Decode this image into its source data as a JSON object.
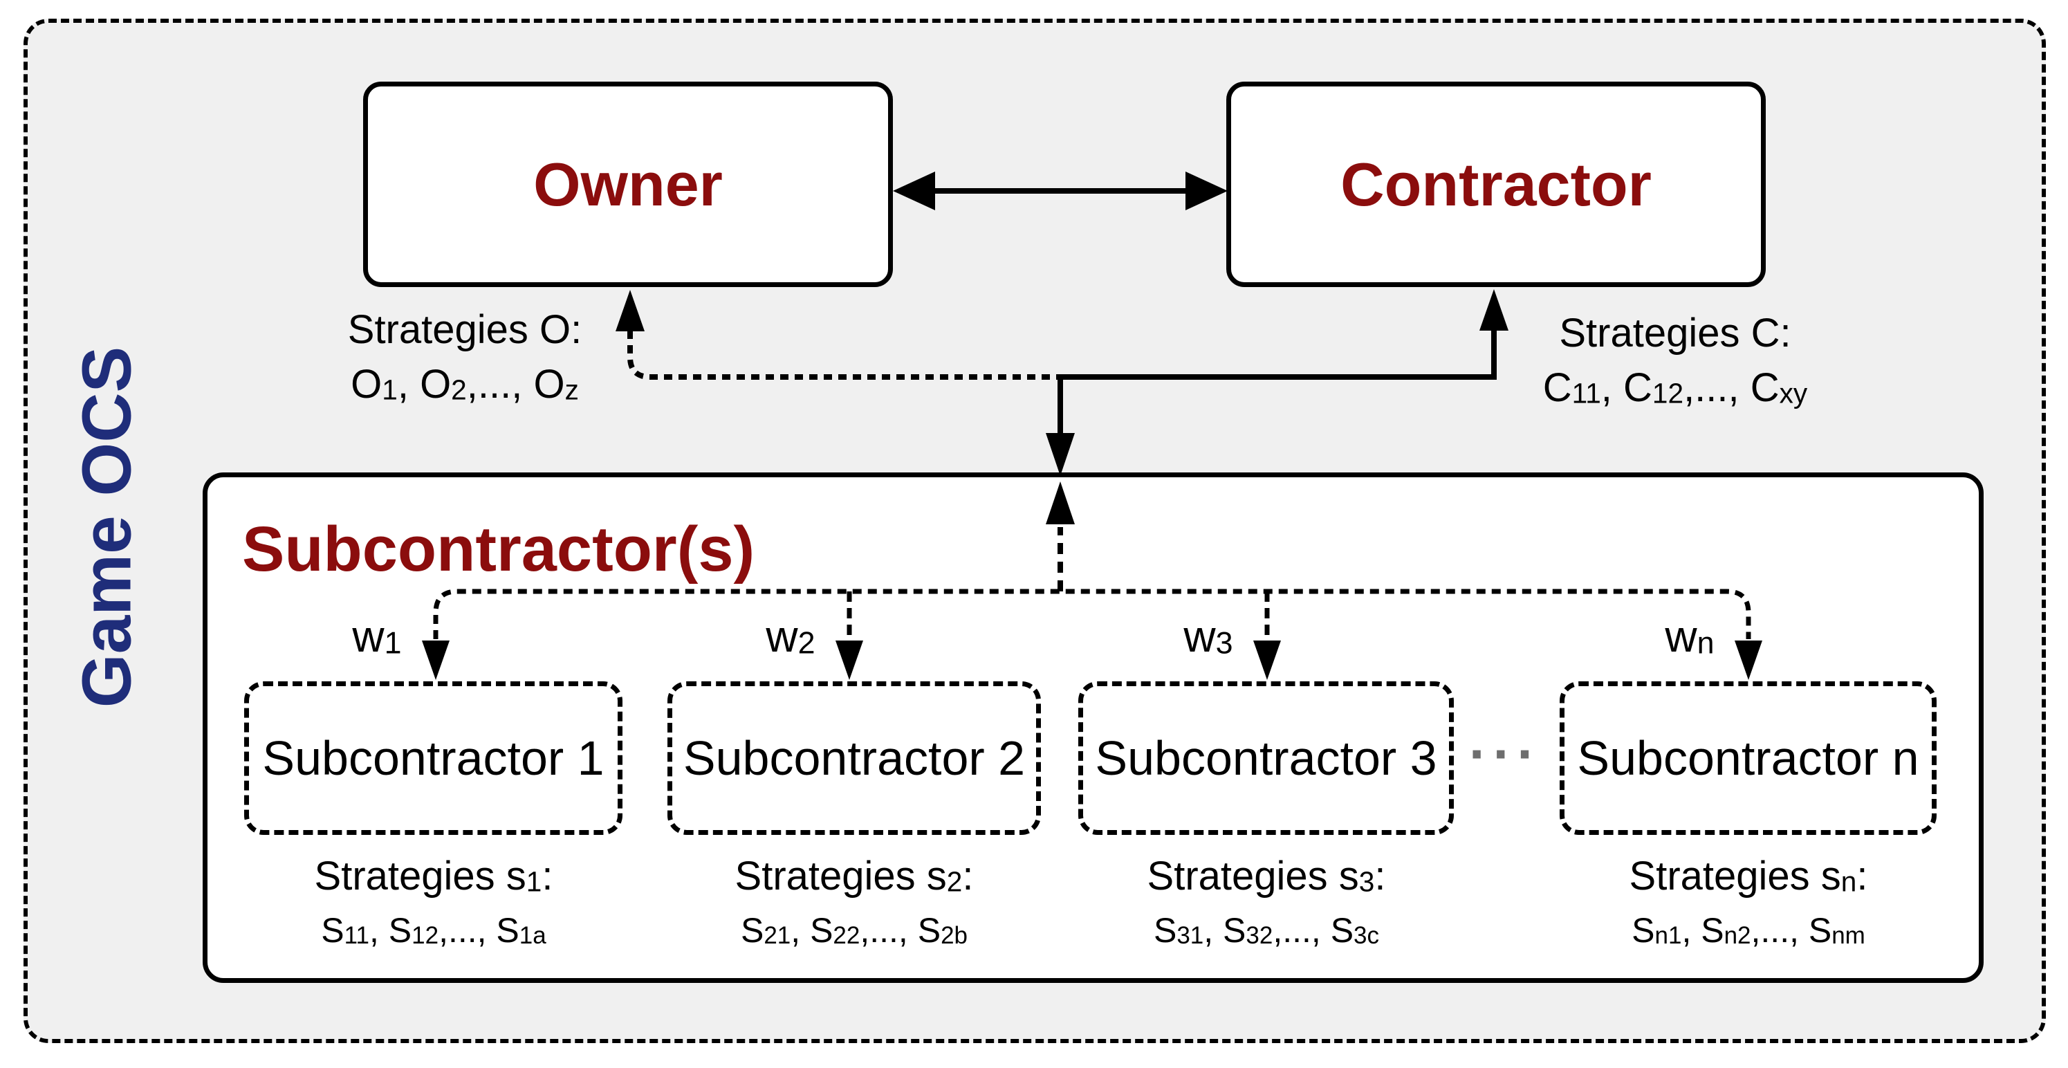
{
  "diagram_title": "Game OCS",
  "colors": {
    "panel_bg": "#f0f0f0",
    "title_navy": "#1f2d7a",
    "heading_red": "#8b0d0d",
    "line_black": "#000000",
    "ellipsis_gray": "#6e6e6e"
  },
  "owner": {
    "label": "Owner",
    "strategies_title": "Strategies O:",
    "strategies": [
      {
        "t": "O"
      },
      {
        "s": "1"
      },
      {
        "t": ", O"
      },
      {
        "s": "2"
      },
      {
        "t": ",..., O"
      },
      {
        "s": "z"
      }
    ]
  },
  "contractor": {
    "label": "Contractor",
    "strategies_title": "Strategies C:",
    "strategies": [
      {
        "t": "C"
      },
      {
        "s": "11"
      },
      {
        "t": ", C"
      },
      {
        "s": "12"
      },
      {
        "t": ",..., C"
      },
      {
        "s": "xy"
      }
    ]
  },
  "subcontractors": {
    "title": "Subcontractor(s)",
    "ellipsis": "···",
    "items": [
      {
        "label": "Subcontractor 1",
        "weight": [
          {
            "t": "w"
          },
          {
            "s": "1"
          }
        ],
        "strategies_title": [
          {
            "t": "Strategies s"
          },
          {
            "s": "1"
          },
          {
            "t": ":"
          }
        ],
        "strategies": [
          {
            "t": "S"
          },
          {
            "s": "11"
          },
          {
            "t": ", S"
          },
          {
            "s": "12"
          },
          {
            "t": ",..., S"
          },
          {
            "s": "1a"
          }
        ]
      },
      {
        "label": "Subcontractor 2",
        "weight": [
          {
            "t": "w"
          },
          {
            "s": "2"
          }
        ],
        "strategies_title": [
          {
            "t": "Strategies s"
          },
          {
            "s": "2"
          },
          {
            "t": ":"
          }
        ],
        "strategies": [
          {
            "t": "S"
          },
          {
            "s": "21"
          },
          {
            "t": ", S"
          },
          {
            "s": "22"
          },
          {
            "t": ",..., S"
          },
          {
            "s": "2b"
          }
        ]
      },
      {
        "label": "Subcontractor 3",
        "weight": [
          {
            "t": "w"
          },
          {
            "s": "3"
          }
        ],
        "strategies_title": [
          {
            "t": "Strategies s"
          },
          {
            "s": "3"
          },
          {
            "t": ":"
          }
        ],
        "strategies": [
          {
            "t": "S"
          },
          {
            "s": "31"
          },
          {
            "t": ", S"
          },
          {
            "s": "32"
          },
          {
            "t": ",..., S"
          },
          {
            "s": "3c"
          }
        ]
      },
      {
        "label": "Subcontractor n",
        "weight": [
          {
            "t": "w"
          },
          {
            "s": "n"
          }
        ],
        "strategies_title": [
          {
            "t": "Strategies s"
          },
          {
            "s": "n"
          },
          {
            "t": ":"
          }
        ],
        "strategies": [
          {
            "t": "S"
          },
          {
            "s": "n1"
          },
          {
            "t": ", S"
          },
          {
            "s": "n2"
          },
          {
            "t": ",..., S"
          },
          {
            "s": "nm"
          }
        ]
      }
    ]
  }
}
